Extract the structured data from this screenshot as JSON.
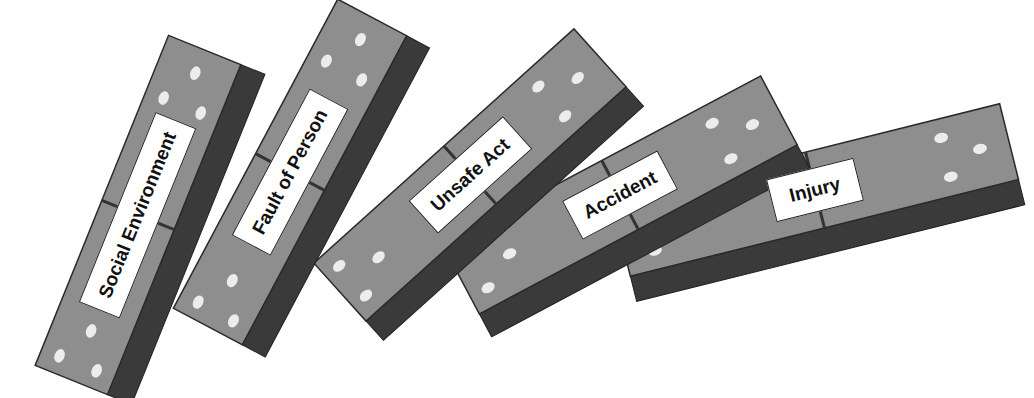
{
  "diagram": {
    "nodes": [
      {
        "text": [
          "Social Environment"
        ]
      },
      {
        "text": [
          "Fault of Person"
        ]
      },
      {
        "text": [
          "Unsafe Act"
        ]
      },
      {
        "text": [
          "Accident"
        ]
      },
      {
        "text": [
          "Injury"
        ]
      }
    ]
  }
}
